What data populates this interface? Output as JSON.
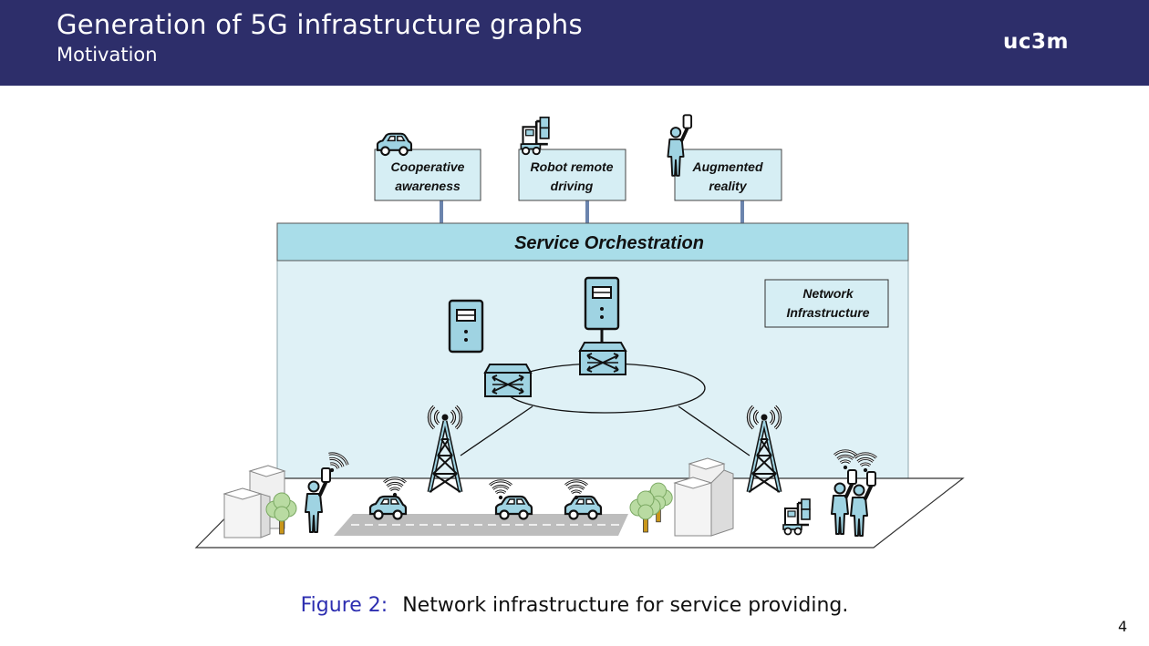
{
  "header": {
    "title": "Generation of 5G infrastructure graphs",
    "subtitle": "Motivation",
    "logo": "uc3m"
  },
  "diagram": {
    "services": [
      {
        "line1": "Cooperative",
        "line2": "awareness",
        "icon": "car-icon"
      },
      {
        "line1": "Robot remote",
        "line2": "driving",
        "icon": "forklift-robot-icon"
      },
      {
        "line1": "Augmented",
        "line2": "reality",
        "icon": "person-phone-icon"
      }
    ],
    "orchestration_label": "Service Orchestration",
    "infrastructure_label_line1": "Network",
    "infrastructure_label_line2": "Infrastructure"
  },
  "caption": {
    "figure_label": "Figure 2:",
    "text": "Network infrastructure for service providing."
  },
  "page_number": "4",
  "colors": {
    "header_bg": "#2d2e6a",
    "box_fill": "#d6eef4",
    "orchestration_fill": "#a9dde9",
    "infra_fill": "#dff1f6",
    "icon_fill": "#9fd3e2",
    "connector": "#6b84ad",
    "figure_label": "#2d2eb0"
  }
}
